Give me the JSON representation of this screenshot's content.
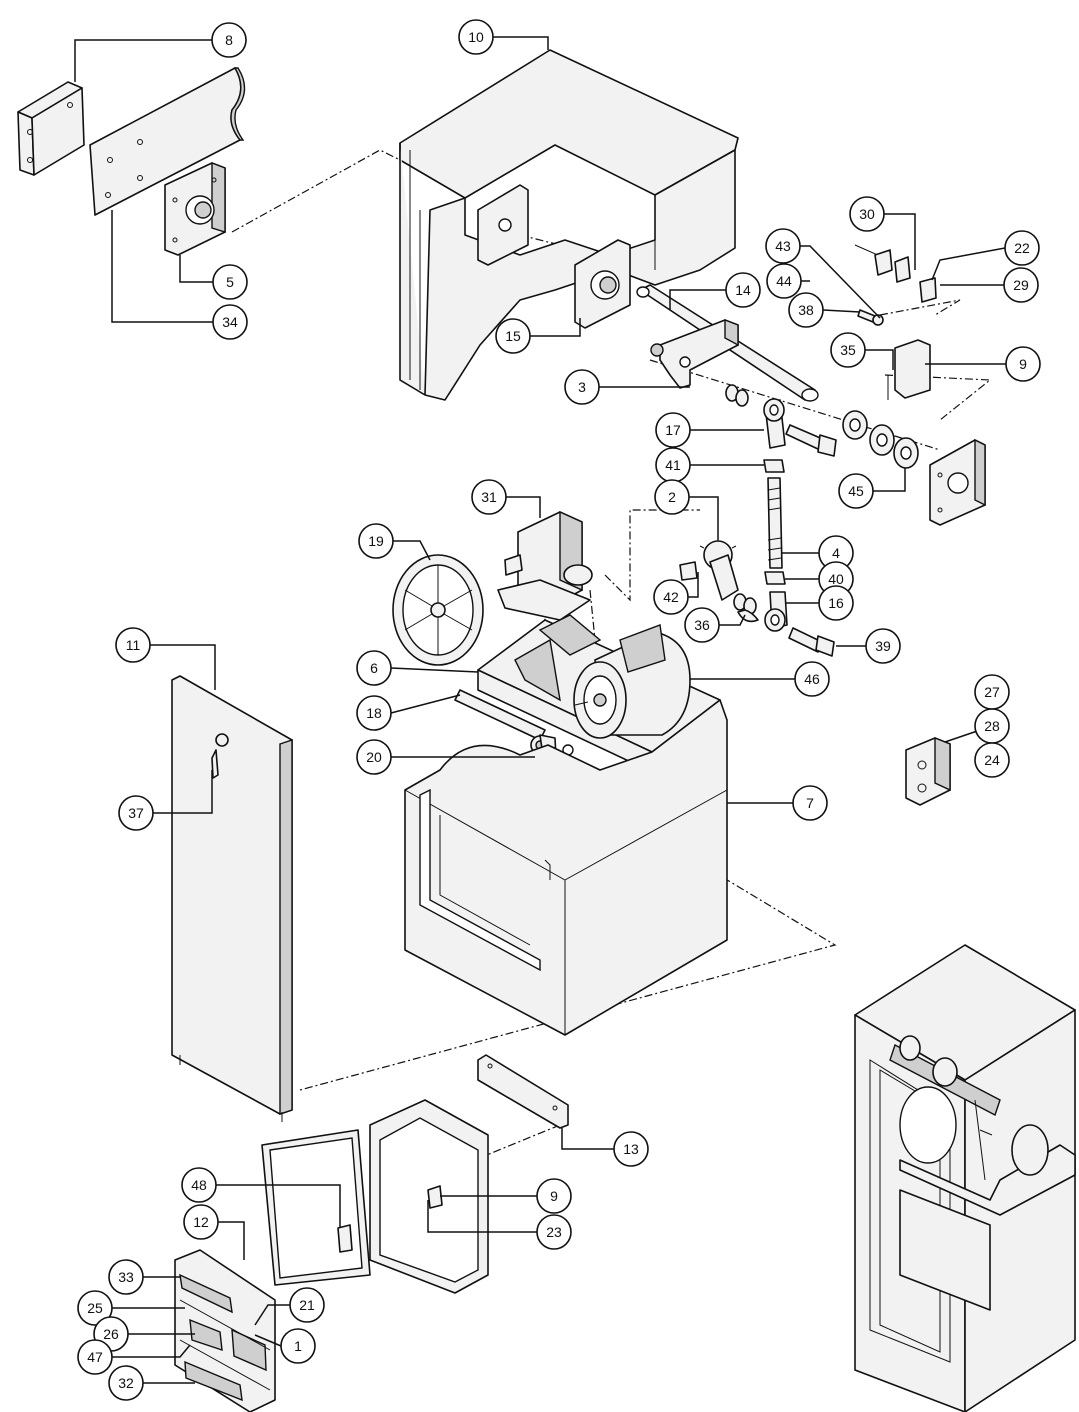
{
  "callouts": [
    {
      "id": "c8",
      "label": "8"
    },
    {
      "id": "c10",
      "label": "10"
    },
    {
      "id": "c5",
      "label": "5"
    },
    {
      "id": "c34",
      "label": "34"
    },
    {
      "id": "c15",
      "label": "15"
    },
    {
      "id": "c14",
      "label": "14"
    },
    {
      "id": "c3",
      "label": "3"
    },
    {
      "id": "c30",
      "label": "30"
    },
    {
      "id": "c43",
      "label": "43"
    },
    {
      "id": "c44",
      "label": "44"
    },
    {
      "id": "c22",
      "label": "22"
    },
    {
      "id": "c29",
      "label": "29"
    },
    {
      "id": "c38",
      "label": "38"
    },
    {
      "id": "c35",
      "label": "35"
    },
    {
      "id": "c9a",
      "label": "9"
    },
    {
      "id": "c17",
      "label": "17"
    },
    {
      "id": "c41",
      "label": "41"
    },
    {
      "id": "c45",
      "label": "45"
    },
    {
      "id": "c31",
      "label": "31"
    },
    {
      "id": "c2",
      "label": "2"
    },
    {
      "id": "c19",
      "label": "19"
    },
    {
      "id": "c4",
      "label": "4"
    },
    {
      "id": "c40",
      "label": "40"
    },
    {
      "id": "c42",
      "label": "42"
    },
    {
      "id": "c16",
      "label": "16"
    },
    {
      "id": "c36",
      "label": "36"
    },
    {
      "id": "c39",
      "label": "39"
    },
    {
      "id": "c11",
      "label": "11"
    },
    {
      "id": "c6",
      "label": "6"
    },
    {
      "id": "c46",
      "label": "46"
    },
    {
      "id": "c18",
      "label": "18"
    },
    {
      "id": "c27",
      "label": "27"
    },
    {
      "id": "c28",
      "label": "28"
    },
    {
      "id": "c24",
      "label": "24"
    },
    {
      "id": "c20",
      "label": "20"
    },
    {
      "id": "c7",
      "label": "7"
    },
    {
      "id": "c37",
      "label": "37"
    },
    {
      "id": "c13",
      "label": "13"
    },
    {
      "id": "c48",
      "label": "48"
    },
    {
      "id": "c9b",
      "label": "9"
    },
    {
      "id": "c12",
      "label": "12"
    },
    {
      "id": "c23",
      "label": "23"
    },
    {
      "id": "c33",
      "label": "33"
    },
    {
      "id": "c25",
      "label": "25"
    },
    {
      "id": "c21",
      "label": "21"
    },
    {
      "id": "c26",
      "label": "26"
    },
    {
      "id": "c1",
      "label": "1"
    },
    {
      "id": "c47",
      "label": "47"
    },
    {
      "id": "c32",
      "label": "32"
    }
  ]
}
